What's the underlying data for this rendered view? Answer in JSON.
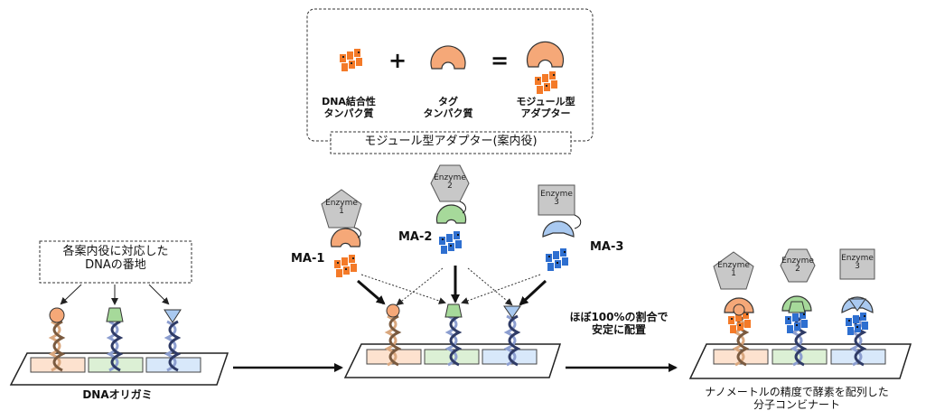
{
  "top_box": {
    "title": "モジュール型アダプター(案内役)",
    "plus": "+",
    "equals": "=",
    "dna_binding_protein": [
      "DNA結合性",
      "タンパク質"
    ],
    "tag_protein": [
      "タグ",
      "タンパク質"
    ],
    "modular_adapter": [
      "モジュール型",
      "アダプター"
    ]
  },
  "left_box": {
    "text": [
      "各案内役に対応した",
      "DNAの番地"
    ],
    "caption": "DNAオリガミ"
  },
  "adapters": [
    {
      "label": "MA-1",
      "enzyme": [
        "Enzyme",
        "1"
      ],
      "color": "#f5a878",
      "shape": "pentagon"
    },
    {
      "label": "MA-2",
      "enzyme": [
        "Enzyme",
        "2"
      ],
      "color": "#a6d99a",
      "shape": "hexagon"
    },
    {
      "label": "MA-3",
      "enzyme": [
        "Enzyme",
        "3"
      ],
      "color": "#a9c9f0",
      "shape": "square"
    }
  ],
  "middle_note": [
    "ほぼ100%の割合で",
    "安定に配置"
  ],
  "right_caption": [
    "ナノメートルの精度で酵素を配列した",
    "分子コンビナート"
  ],
  "colors": {
    "orange_block": "#f47a28",
    "blue_block": "#2e6fd0",
    "pad_orange": "#fde2cf",
    "pad_green": "#dcf0d5",
    "pad_blue": "#d8e8fa",
    "enzyme_gray": "#c8c8c8"
  }
}
